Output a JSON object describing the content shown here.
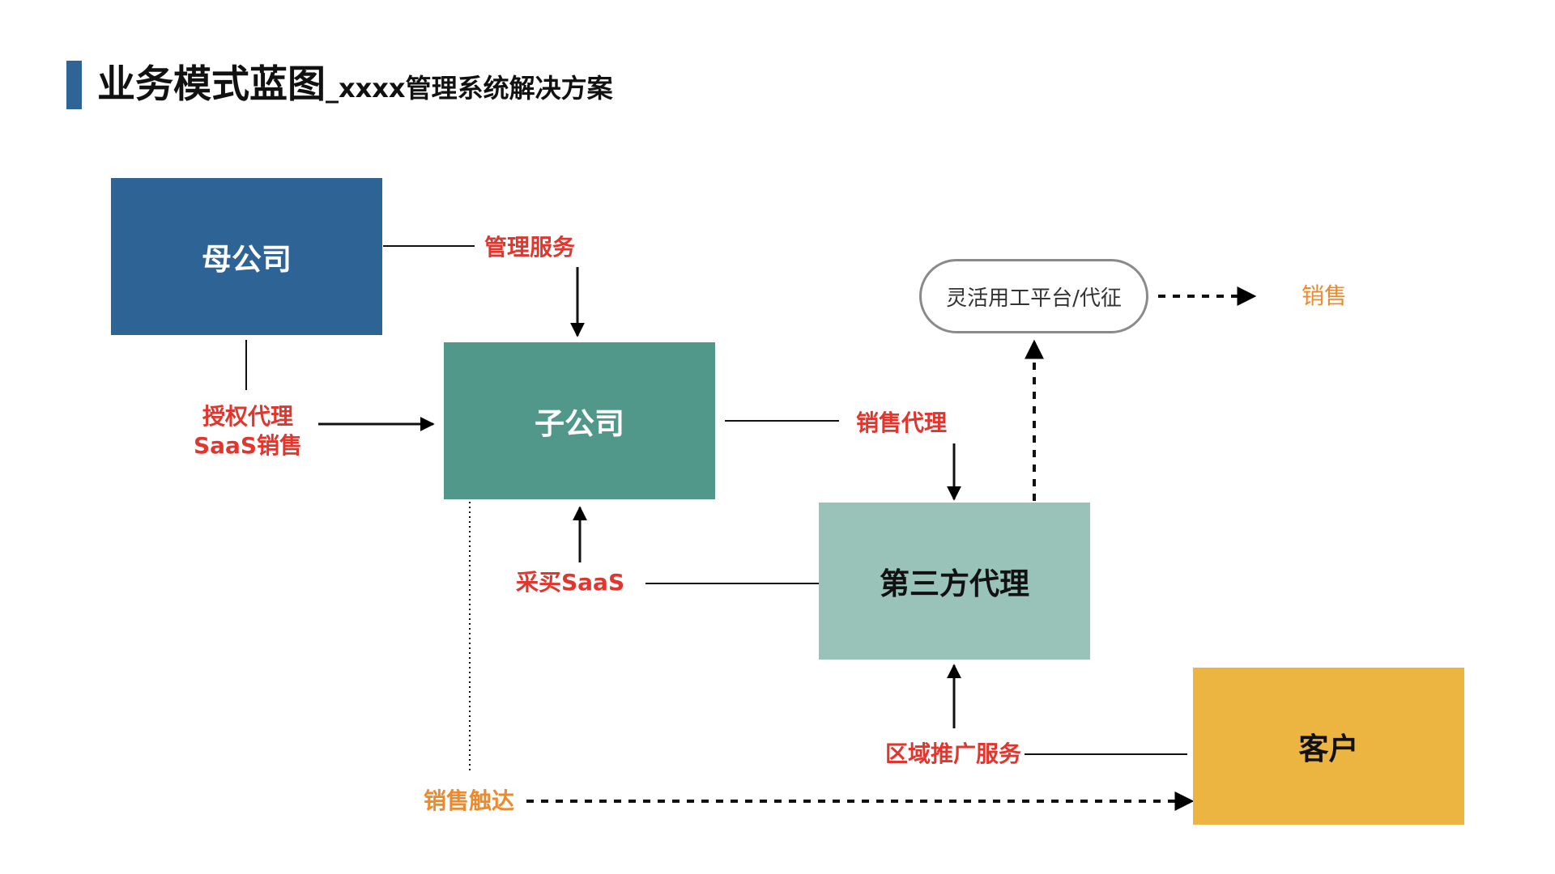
{
  "title": {
    "main": "业务模式蓝图",
    "sub": "_xxxx管理系统解决方案"
  },
  "nodes": {
    "parent_company": "母公司",
    "subsidiary": "子公司",
    "third_party_agent": "第三方代理",
    "customer": "客户",
    "flexible_platform": "灵活用工平台/代征"
  },
  "labels": {
    "mgmt_service": "管理服务",
    "auth_agent_line1": "授权代理",
    "auth_agent_line2": "SaaS销售",
    "sales_agent": "销售代理",
    "buy_saas": "采买SaaS",
    "regional_promo": "区域推广服务",
    "sales_reach": "销售触达",
    "sales": "销售"
  },
  "colors": {
    "title_bar": "#2f6496",
    "parent_company": "#2e6395",
    "subsidiary": "#52988a",
    "third_party_agent": "#99c3b9",
    "customer": "#ecb542",
    "label_red": "#e0362e",
    "label_orange": "#ec8a2f"
  }
}
